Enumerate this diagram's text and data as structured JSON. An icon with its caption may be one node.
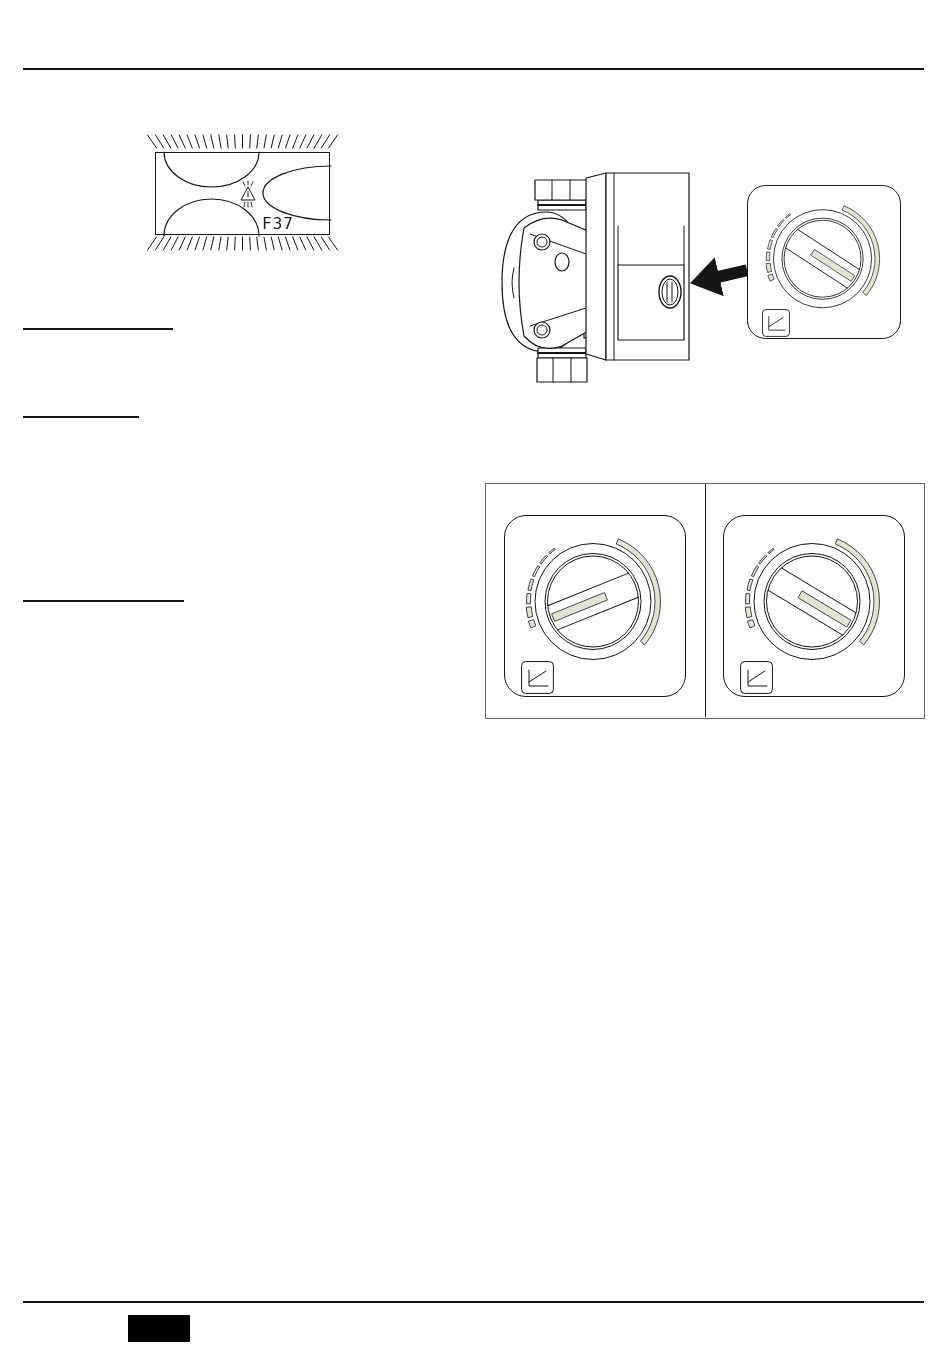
{
  "diagram": {
    "nodes": [
      {
        "text": [
          "F37"
        ]
      },
      {
        "text": [],
        "shape": "picture"
      },
      {
        "text": [],
        "shape": "picture"
      }
    ],
    "edges": [
      {
        "from": 2,
        "to": 1,
        "arrow": "to"
      }
    ]
  }
}
